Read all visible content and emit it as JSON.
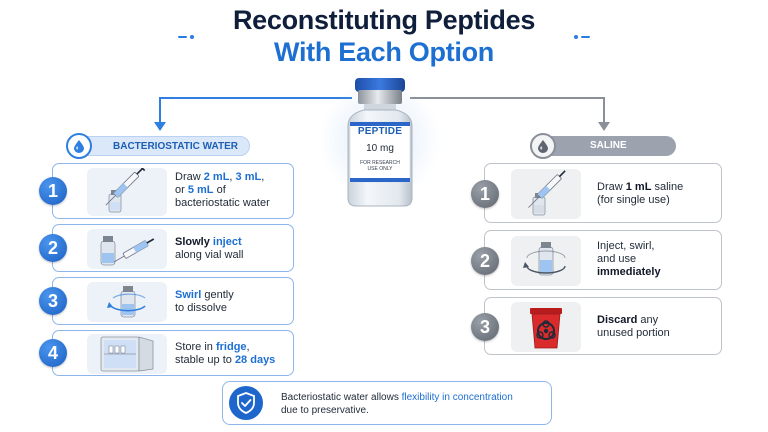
{
  "title": {
    "line1": "Reconstituting Peptides",
    "line2": "With Each Option"
  },
  "vial": {
    "name": "PEPTIDE",
    "dose": "10 mg",
    "note_line1": "FOR RESEARCH",
    "note_line2": "USE ONLY"
  },
  "bacteriostatic": {
    "header": "BACTERIOSTATIC WATER",
    "steps": [
      {
        "number": "1",
        "parts": [
          "Draw ",
          "2 mL",
          ", ",
          "3 mL",
          ",",
          "or ",
          "5 mL",
          " of",
          "bacteriostatic water"
        ]
      },
      {
        "number": "2",
        "parts": [
          "Slowly ",
          "inject",
          "along vial wall"
        ]
      },
      {
        "number": "3",
        "parts": [
          "Swirl",
          " gently",
          "to dissolve"
        ]
      },
      {
        "number": "4",
        "parts": [
          "Store in ",
          "fridge",
          ",",
          "stable up to ",
          "28 days"
        ]
      }
    ]
  },
  "saline": {
    "header": "SALINE",
    "steps": [
      {
        "number": "1",
        "parts": [
          "Draw ",
          "1 mL",
          " saline",
          "(for single use)"
        ]
      },
      {
        "number": "2",
        "parts": [
          "Inject, swirl,",
          "and use",
          "immediately"
        ]
      },
      {
        "number": "3",
        "parts": [
          "Discard",
          " any",
          "unused portion"
        ]
      }
    ]
  },
  "note": {
    "parts": [
      "Bacteriostatic water allows ",
      "flexibility in concentration",
      "due to preservative."
    ]
  },
  "colors": {
    "blue": "#1d6fd1",
    "navy": "#0f1e3a",
    "gray": "#8a8f98",
    "red": "#d92b2b"
  }
}
